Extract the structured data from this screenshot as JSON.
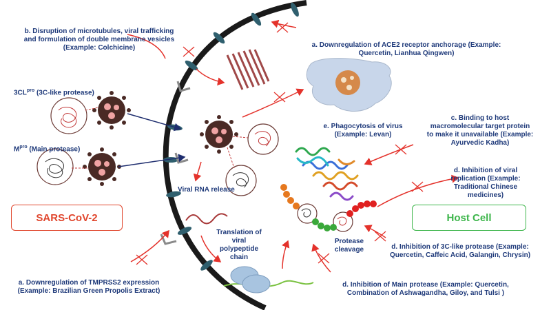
{
  "labels": {
    "b_microtubules": "b. Disruption of microtubules, viral trafficking\nand formulation of double membrane vesicles\n(Example: Colchicine)",
    "a_ace2": "a. Downregulation of ACE2 receptor anchorage (Example:\nQuercetin, Lianhua Qingwen)",
    "c_binding": "c. Binding to host\nmacromolecular target protein\nto make it unavailable (Example:\nAyurvedic Kadha)",
    "e_phagocytosis": "e. Phagocytosis of virus\n(Example: Levan)",
    "d_replication": "d. Inhibition of viral\nreplication  (Example:\nTraditional Chinese\nmedicines)",
    "clpro_name": "3CL",
    "clpro_sup": "pro",
    "clpro_desc": " (3C-like protease)",
    "mpro_name": "M",
    "mpro_sup": "pro",
    "mpro_desc": " (Main protease)",
    "viral_rna_release": "Viral RNA release",
    "translation": "Translation of\nviral\npolypeptide\nchain",
    "protease_cleavage": "Protease\ncleavage",
    "d_3clike": "d. Inhibition of 3C-like protease (Example:\nQuercetin, Caffeic Acid, Galangin, Chrysin)",
    "a_tmprss2": "a. Downregulation of TMPRSS2 expression\n(Example: Brazilian Green Propolis Extract)",
    "d_main_protease": "d. Inhibition of Main protease (Example:  Quercetin,\nCombination of Ashwagandha, Giloy, and Tulsi )"
  },
  "boxes": {
    "sars": "SARS-CoV-2",
    "host": "Host Cell"
  },
  "colors": {
    "label_text": "#1f3a7a",
    "sars_border": "#e0452c",
    "host_border": "#3cb54a",
    "membrane": "#1a1a1a",
    "receptor": "#2f5f6e",
    "virus": "#4a2a25",
    "virus_spot": "#f0a3a3",
    "arrow_red": "#e4322b",
    "arrow_navy": "#1e2d6e"
  }
}
